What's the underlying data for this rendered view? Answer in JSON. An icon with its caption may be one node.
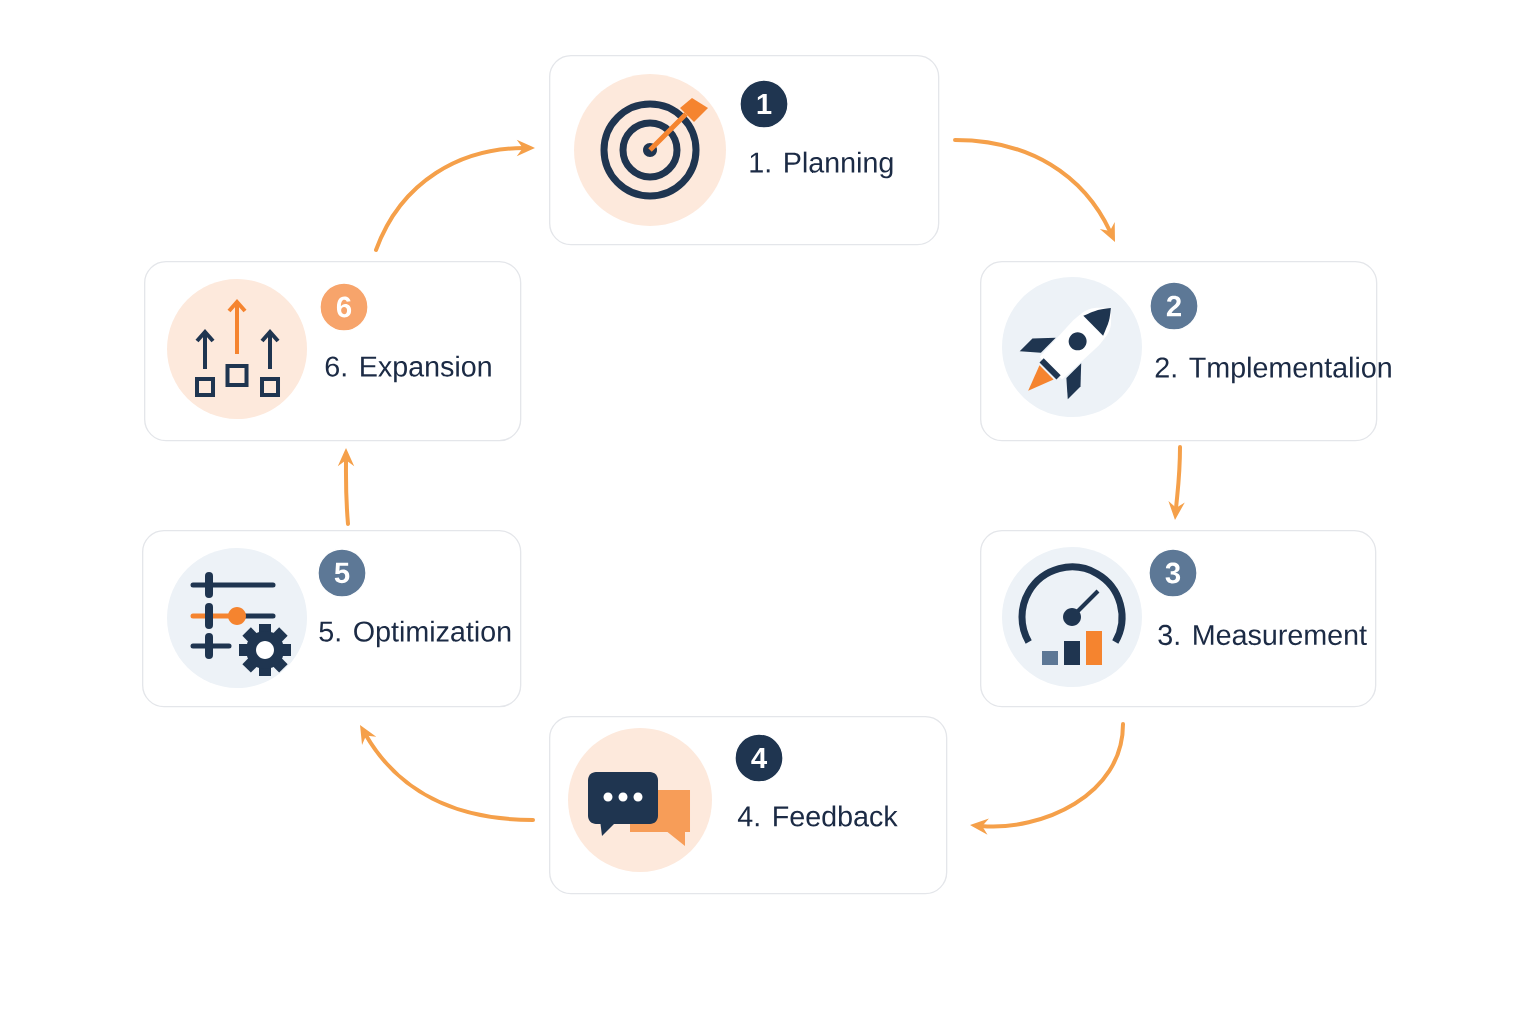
{
  "diagram": {
    "nodes": [
      {
        "text": [
          "1",
          "1. Planning"
        ]
      },
      {
        "text": [
          "2",
          "2. Tmplementalion"
        ]
      },
      {
        "text": [
          "3",
          "3. Measurement"
        ]
      },
      {
        "text": [
          "4",
          "4. Feedback"
        ]
      },
      {
        "text": [
          "5",
          "5. Optimization"
        ]
      },
      {
        "text": [
          "6",
          "6. Expansion"
        ]
      }
    ],
    "edges": [
      {
        "from": 0,
        "to": 1,
        "arrow": "to"
      },
      {
        "from": 1,
        "to": 2,
        "arrow": "to"
      },
      {
        "from": 2,
        "to": 3,
        "arrow": "to"
      },
      {
        "from": 3,
        "to": 4,
        "arrow": "to"
      },
      {
        "from": 4,
        "to": 5,
        "arrow": "to"
      },
      {
        "from": 5,
        "to": 0,
        "arrow": "to"
      }
    ]
  }
}
